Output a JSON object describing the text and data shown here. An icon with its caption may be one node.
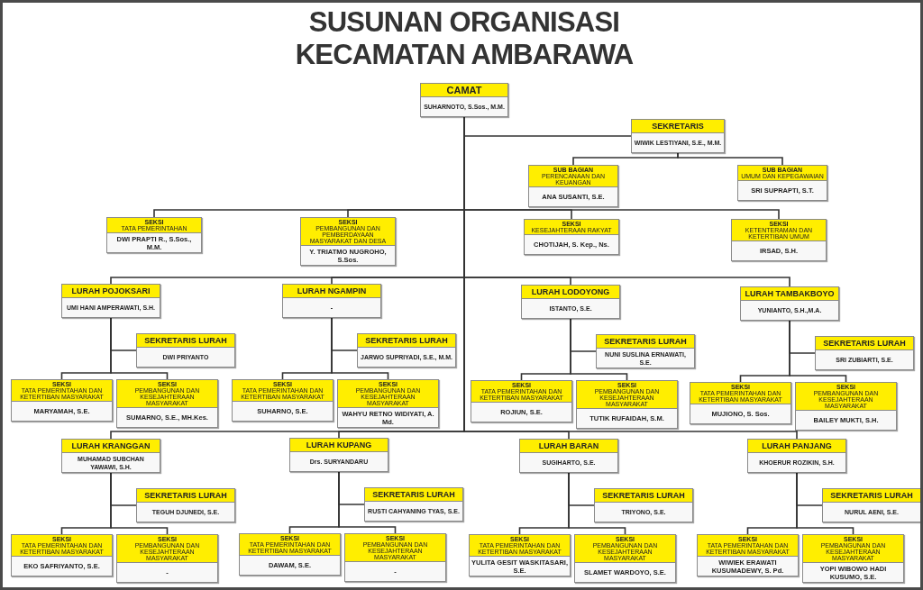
{
  "diagram": {
    "title": "SUSUNAN ORGANISASI KECAMATAN AMBARAWA",
    "nodes": [
      {
        "text": [
          "CAMAT",
          "SUHARNOTO, S.Sos., M.M."
        ]
      },
      {
        "text": [
          "SEKRETARIS",
          "WIWIK LESTIYANI, S.E., M.M."
        ]
      },
      {
        "text": [
          "SUB BAGIAN",
          "PERENCANAAN DAN KEUANGAN",
          "ANA SUSANTI, S.E."
        ]
      },
      {
        "text": [
          "SUB BAGIAN",
          "UMUM DAN KEPEGAWAIAN",
          "SRI SUPRAPTI, S.T."
        ]
      },
      {
        "text": [
          "SEKSI",
          "TATA PEMERINTAHAN",
          "DWI PRAPTI R., S.Sos., M.M."
        ]
      },
      {
        "text": [
          "SEKSI",
          "PEMBANGUNAN DAN PEMBERDAYAAN MASYARAKAT DAN DESA",
          "Y. TRIATMO NUGROHO, S.Sos."
        ]
      },
      {
        "text": [
          "SEKSI",
          "KESEJAHTERAAN RAKYAT",
          "CHOTIJAH, S. Kep., Ns."
        ]
      },
      {
        "text": [
          "SEKSI",
          "KETENTERAMAN DAN KETERTIBAN UMUM",
          "IRSAD, S.H."
        ]
      },
      {
        "text": [
          "LURAH POJOKSARI",
          "UMI HANI AMPERAWATI, S.H."
        ]
      },
      {
        "text": [
          "SEKRETARIS LURAH",
          "DWI PRIYANTO"
        ]
      },
      {
        "text": [
          "SEKSI",
          "TATA PEMERINTAHAN DAN KETERTIBAN MASYARAKAT",
          "MARYAMAH, S.E."
        ]
      },
      {
        "text": [
          "SEKSI",
          "PEMBANGUNAN DAN KESEJAHTERAAN MASYARAKAT",
          "SUMARNO, S.E., MH.Kes."
        ]
      },
      {
        "text": [
          "LURAH NGAMPIN",
          "-"
        ]
      },
      {
        "text": [
          "SEKRETARIS LURAH",
          "JARWO SUPRIYADI, S.E., M.M."
        ]
      },
      {
        "text": [
          "SEKSI",
          "TATA PEMERINTAHAN DAN KETERTIBAN MASYARAKAT",
          "SUHARNO, S.E."
        ]
      },
      {
        "text": [
          "SEKSI",
          "PEMBANGUNAN DAN KESEJAHTERAAN MASYARAKAT",
          "WAHYU RETNO WIDIYATI, A. Md."
        ]
      },
      {
        "text": [
          "LURAH LODOYONG",
          "ISTANTO, S.E."
        ]
      },
      {
        "text": [
          "SEKRETARIS LURAH",
          "NUNI SUSLINA ERNAWATI, S.E."
        ]
      },
      {
        "text": [
          "SEKSI",
          "TATA PEMERINTAHAN DAN KETERTIBAN MASYARAKAT",
          "ROJIUN, S.E."
        ]
      },
      {
        "text": [
          "SEKSI",
          "PEMBANGUNAN DAN KESEJAHTERAAN MASYARAKAT",
          "TUTIK RUFAIDAH, S.M."
        ]
      },
      {
        "text": [
          "LURAH TAMBAKBOYO",
          "YUNIANTO, S.H.,M.A."
        ]
      },
      {
        "text": [
          "SEKRETARIS LURAH",
          "SRI ZUBIARTI, S.E."
        ]
      },
      {
        "text": [
          "SEKSI",
          "TATA PEMERINTAHAN DAN KETERTIBAN MASYARAKAT",
          "MUJIONO, S. Sos."
        ]
      },
      {
        "text": [
          "SEKSI",
          "PEMBANGUNAN DAN KESEJAHTERAAN MASYARAKAT",
          "BAILEY MUKTI, S.H."
        ]
      },
      {
        "text": [
          "LURAH KRANGGAN",
          "MUHAMAD SUBCHAN YAWAWI, S.H."
        ]
      },
      {
        "text": [
          "SEKRETARIS LURAH",
          "TEGUH DJUNEDI, S.E."
        ]
      },
      {
        "text": [
          "SEKSI",
          "TATA PEMERINTAHAN DAN KETERTIBAN MASYARAKAT",
          "EKO SAFRIYANTO, S.E."
        ]
      },
      {
        "text": [
          "SEKSI",
          "PEMBANGUNAN DAN KESEJAHTERAAN MASYARAKAT",
          "-"
        ]
      },
      {
        "text": [
          "LURAH KUPANG",
          "Drs. SURYANDARU"
        ]
      },
      {
        "text": [
          "SEKRETARIS LURAH",
          "RUSTI CAHYANING TYAS, S.E."
        ]
      },
      {
        "text": [
          "SEKSI",
          "TATA PEMERINTAHAN DAN KETERTIBAN MASYARAKAT",
          "DAWAM, S.E."
        ]
      },
      {
        "text": [
          "SEKSI",
          "PEMBANGUNAN DAN KESEJAHTERAAN MASYARAKAT",
          "-"
        ]
      },
      {
        "text": [
          "LURAH BARAN",
          "SUGIHARTO, S.E."
        ]
      },
      {
        "text": [
          "SEKRETARIS LURAH",
          "TRIYONO, S.E."
        ]
      },
      {
        "text": [
          "SEKSI",
          "TATA PEMERINTAHAN DAN KETERTIBAN MASYARAKAT",
          "YULITA GESIT WASKITASARI, S.E."
        ]
      },
      {
        "text": [
          "SEKSI",
          "PEMBANGUNAN DAN KESEJAHTERAAN MASYARAKAT",
          "SLAMET WARDOYO, S.E."
        ]
      },
      {
        "text": [
          "LURAH PANJANG",
          "KHOERUR ROZIKIN, S.H."
        ]
      },
      {
        "text": [
          "SEKRETARIS LURAH",
          "NURUL AENI, S.E."
        ]
      },
      {
        "text": [
          "SEKSI",
          "TATA PEMERINTAHAN DAN KETERTIBAN MASYARAKAT",
          "WIWIEK ERAWATI KUSUMADEWY, S. Pd."
        ]
      },
      {
        "text": [
          "SEKSI",
          "PEMBANGUNAN DAN KESEJAHTERAAN MASYARAKAT",
          "YOPI WIBOWO HADI KUSUMO, S.E."
        ]
      }
    ],
    "edges": [
      {
        "from": 0,
        "to": 1,
        "arrow": "none"
      },
      {
        "from": 1,
        "to": 2,
        "arrow": "none"
      },
      {
        "from": 1,
        "to": 3,
        "arrow": "none"
      },
      {
        "from": 0,
        "to": 4,
        "arrow": "none"
      },
      {
        "from": 0,
        "to": 5,
        "arrow": "none"
      },
      {
        "from": 0,
        "to": 6,
        "arrow": "none"
      },
      {
        "from": 0,
        "to": 7,
        "arrow": "none"
      },
      {
        "from": 0,
        "to": 8,
        "arrow": "none"
      },
      {
        "from": 0,
        "to": 12,
        "arrow": "none"
      },
      {
        "from": 0,
        "to": 16,
        "arrow": "none"
      },
      {
        "from": 0,
        "to": 20,
        "arrow": "none"
      },
      {
        "from": 0,
        "to": 24,
        "arrow": "none"
      },
      {
        "from": 0,
        "to": 28,
        "arrow": "none"
      },
      {
        "from": 0,
        "to": 32,
        "arrow": "none"
      },
      {
        "from": 0,
        "to": 36,
        "arrow": "none"
      },
      {
        "from": 8,
        "to": 9,
        "arrow": "none"
      },
      {
        "from": 8,
        "to": 10,
        "arrow": "none"
      },
      {
        "from": 8,
        "to": 11,
        "arrow": "none"
      },
      {
        "from": 12,
        "to": 13,
        "arrow": "none"
      },
      {
        "from": 12,
        "to": 14,
        "arrow": "none"
      },
      {
        "from": 12,
        "to": 15,
        "arrow": "none"
      },
      {
        "from": 16,
        "to": 17,
        "arrow": "none"
      },
      {
        "from": 16,
        "to": 18,
        "arrow": "none"
      },
      {
        "from": 16,
        "to": 19,
        "arrow": "none"
      },
      {
        "from": 20,
        "to": 21,
        "arrow": "none"
      },
      {
        "from": 20,
        "to": 22,
        "arrow": "none"
      },
      {
        "from": 20,
        "to": 23,
        "arrow": "none"
      },
      {
        "from": 24,
        "to": 25,
        "arrow": "none"
      },
      {
        "from": 24,
        "to": 26,
        "arrow": "none"
      },
      {
        "from": 24,
        "to": 27,
        "arrow": "none"
      },
      {
        "from": 28,
        "to": 29,
        "arrow": "none"
      },
      {
        "from": 28,
        "to": 30,
        "arrow": "none"
      },
      {
        "from": 28,
        "to": 31,
        "arrow": "none"
      },
      {
        "from": 32,
        "to": 33,
        "arrow": "none"
      },
      {
        "from": 32,
        "to": 34,
        "arrow": "none"
      },
      {
        "from": 32,
        "to": 35,
        "arrow": "none"
      },
      {
        "from": 36,
        "to": 37,
        "arrow": "none"
      },
      {
        "from": 36,
        "to": 38,
        "arrow": "none"
      },
      {
        "from": 36,
        "to": 39,
        "arrow": "none"
      }
    ]
  }
}
